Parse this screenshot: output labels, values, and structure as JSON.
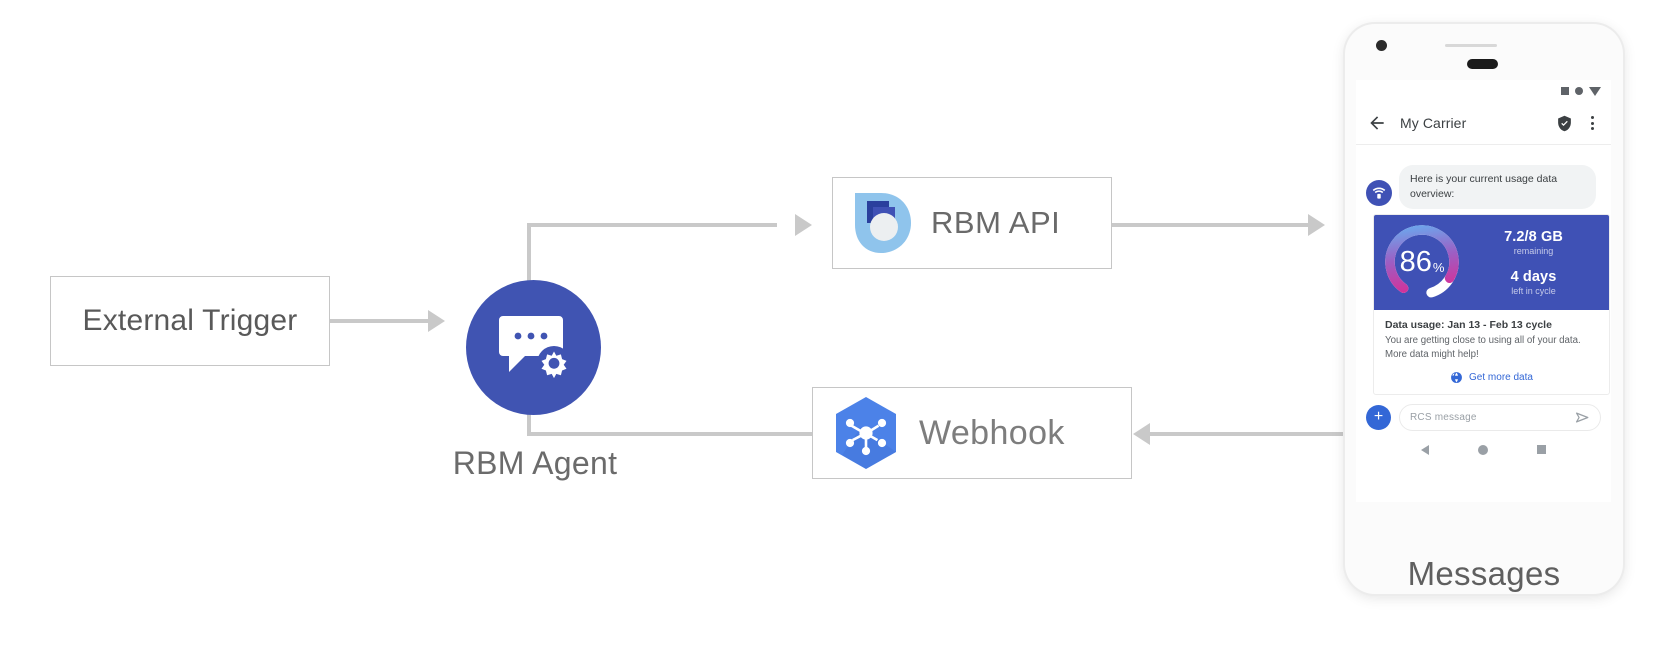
{
  "diagram": {
    "nodes": {
      "external_trigger": {
        "label": "External Trigger"
      },
      "rbm_agent": {
        "label": "RBM Agent",
        "icon": "chat-bubble-gear-icon",
        "color": "#4054b2"
      },
      "rbm_api": {
        "label": "RBM API",
        "icon": "rbm-api-logo"
      },
      "webhook": {
        "label": "Webhook",
        "icon": "webhook-hexagon-icon",
        "color": "#4c82e8"
      },
      "messages": {
        "label": "Messages"
      }
    },
    "connector_color": "#c9c9c9"
  },
  "phone": {
    "status_bar": {
      "battery": "battery-icon",
      "dot": "dot-icon",
      "wifi": "wifi-icon"
    },
    "app_bar": {
      "back": "back-arrow-icon",
      "title": "My Carrier",
      "verified": "verified-shield-icon",
      "overflow": "overflow-menu-icon"
    },
    "thread": {
      "avatar": "carrier-wifi-avatar-icon",
      "incoming_text": "Here is your current usage data overview:"
    },
    "rich_card": {
      "gauge": {
        "percent_value": "86",
        "percent_symbol": "%",
        "percent_number": 86,
        "track_color": "#ffffff",
        "arc_start_color": "#6aa9ee",
        "arc_mid_color": "#9c5fc4",
        "arc_end_color": "#e0268f",
        "panel_color": "#3f51b5"
      },
      "stats": [
        {
          "value": "7.2/8 GB",
          "caption": "remaining"
        },
        {
          "value": "4 days",
          "caption": "left in cycle"
        }
      ],
      "title": "Data usage: Jan 13 - Feb 13 cycle",
      "description": "You are getting close to using all of your data. More data might help!",
      "action": {
        "icon": "globe-icon",
        "label": "Get more data",
        "color": "#3367d6"
      }
    },
    "composer": {
      "plus_button": "+",
      "placeholder": "RCS message",
      "send_icon": "send-icon"
    },
    "nav_bar": {
      "back": "nav-back-icon",
      "home": "nav-home-icon",
      "recent": "nav-recent-icon"
    }
  }
}
